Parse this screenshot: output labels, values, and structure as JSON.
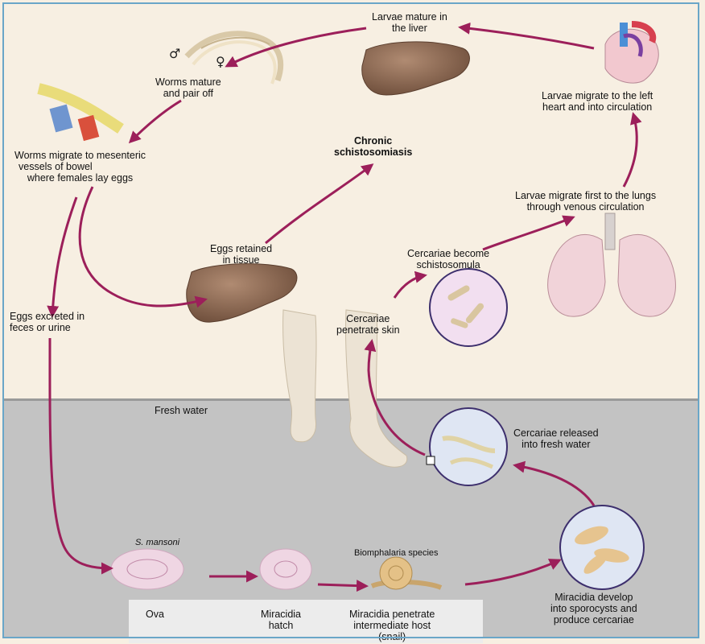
{
  "labels": {
    "larvae_liver": [
      "Larvae mature in",
      "the liver"
    ],
    "worms_pair": [
      "Worms mature",
      "and pair off"
    ],
    "worms_migrate": [
      "Worms migrate to mesenteric",
      "vessels of bowel",
      "where females lay eggs"
    ],
    "chronic": [
      "Chronic",
      "schistosomiasis"
    ],
    "eggs_retained": [
      "Eggs retained",
      "in tissue"
    ],
    "eggs_excreted": [
      "Eggs excreted in",
      "feces or urine"
    ],
    "larvae_heart": [
      "Larvae migrate to the left",
      "heart and into circulation"
    ],
    "larvae_lungs": [
      "Larvae migrate first to the lungs",
      "through venous circulation"
    ],
    "schistosomula": [
      "Cercariae become",
      "schistosomula"
    ],
    "penetrate_skin": [
      "Cercariae",
      "penetrate skin"
    ],
    "fresh_water": "Fresh water",
    "released": [
      "Cercariae released",
      "into fresh water"
    ],
    "sporocysts": [
      "Miracidia develop",
      "into sporocysts and",
      "produce cercariae"
    ],
    "s_mansoni": "S. mansoni",
    "snail_species": "Biomphalaria species",
    "ova": "Ova",
    "hatch": [
      "Miracidia",
      "hatch"
    ],
    "host": [
      "Miracidia penetrate",
      "intermediate host",
      "(snail)"
    ]
  },
  "symbols": {
    "male": "♂",
    "female": "♀"
  },
  "colors": {
    "arrow": "#9c1f5a",
    "liver": "#8e6a55",
    "background": "#f7efe2",
    "water": "#c3c3c3",
    "lung": "#f1d3d9",
    "cyst": "#f2dff0",
    "snail": "#e4c187"
  }
}
